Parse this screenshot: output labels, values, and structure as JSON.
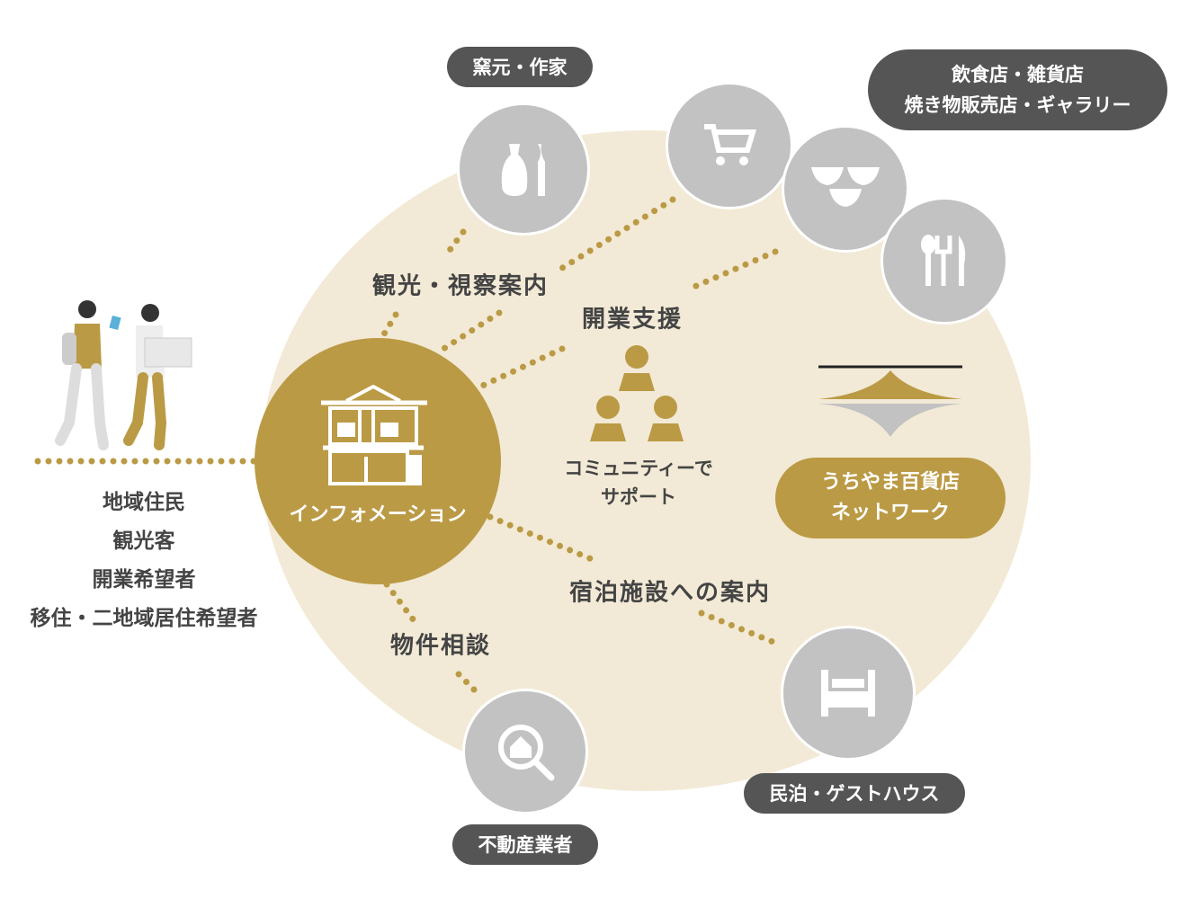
{
  "hub": {
    "label": "インフォメーション"
  },
  "visitors": [
    "地域住民",
    "観光客",
    "開業希望者",
    "移住・二地域居住希望者"
  ],
  "links": {
    "tourism": "観光・視察案内",
    "startup": "開業支援",
    "lodging": "宿泊施設への案内",
    "property": "物件相談"
  },
  "community": [
    "コミュニティーで",
    "サポート"
  ],
  "network": [
    "うちやま百貨店",
    "ネットワーク"
  ],
  "partners": {
    "kiln": "窯元・作家",
    "shops": [
      "飲食店・雑貨店",
      "焼き物販売店・ギャラリー"
    ],
    "lodging": "民泊・ゲストハウス",
    "realestate": "不動産業者"
  },
  "colors": {
    "gold": "#bb9a45",
    "cream": "#f2ead6",
    "gray": "#c2c2c2",
    "dark": "#555555"
  }
}
